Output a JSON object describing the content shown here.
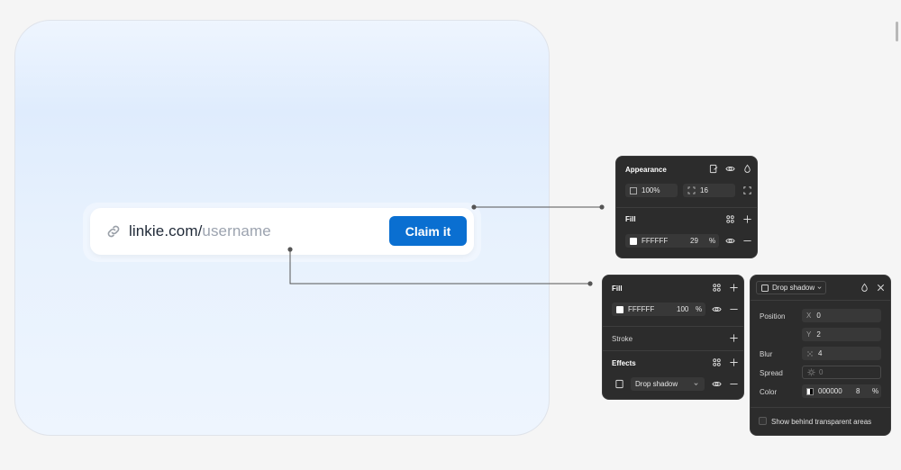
{
  "preview": {
    "url_domain": "linkie.com/",
    "url_placeholder": "username",
    "claim_button": "Claim it"
  },
  "appearance_panel": {
    "title": "Appearance",
    "opacity": "100%",
    "corner_radius": "16",
    "fill_title": "Fill",
    "fill_hex": "FFFFFF",
    "fill_opacity": "29",
    "percent": "%"
  },
  "button_panel": {
    "fill_title": "Fill",
    "fill_hex": "FFFFFF",
    "fill_opacity": "100",
    "percent": "%",
    "stroke_title": "Stroke",
    "effects_title": "Effects",
    "effect_type": "Drop shadow"
  },
  "shadow_panel": {
    "effect_type": "Drop shadow",
    "position_label": "Position",
    "x_label": "X",
    "x_value": "0",
    "y_label": "Y",
    "y_value": "2",
    "blur_label": "Blur",
    "blur_value": "4",
    "spread_label": "Spread",
    "spread_value": "0",
    "color_label": "Color",
    "color_hex": "000000",
    "color_opacity": "8",
    "percent": "%",
    "checkbox_label": "Show behind transparent areas"
  },
  "colors": {
    "accent_button": "#0a6fd1",
    "panel_bg": "#2c2c2c"
  }
}
